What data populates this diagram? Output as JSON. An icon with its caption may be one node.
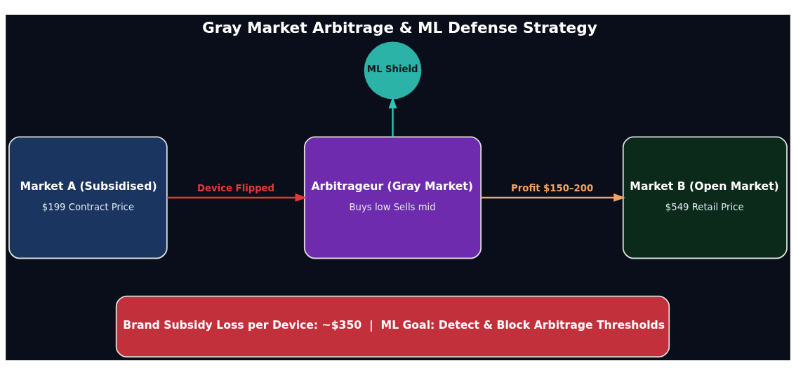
{
  "diagram": {
    "title": "Gray Market Arbitrage & ML Defense Strategy",
    "nodes": [
      {
        "text": [
          "Market A (Subsidised)",
          "$199 Contract Price"
        ]
      },
      {
        "text": [
          "Arbitrageur (Gray Market)",
          "Buys low Sells mid"
        ]
      },
      {
        "text": [
          "Market B (Open Market)",
          "$549 Retail Price"
        ]
      },
      {
        "text": [
          "ML Shield"
        ]
      },
      {
        "text": [
          "Brand Subsidy Loss per Device: ~$350  |  ML Goal: Detect & Block Arbitrage Thresholds"
        ]
      }
    ],
    "edges": [
      {
        "from": 0,
        "to": 1,
        "arrow": "to",
        "label": "Device Flipped",
        "color": "#e5383b"
      },
      {
        "from": 1,
        "to": 2,
        "arrow": "to",
        "label": "Profit $150–200",
        "color": "#f4a261"
      },
      {
        "from": 1,
        "to": 3,
        "arrow": "to",
        "color": "#2ec4b6"
      }
    ]
  }
}
